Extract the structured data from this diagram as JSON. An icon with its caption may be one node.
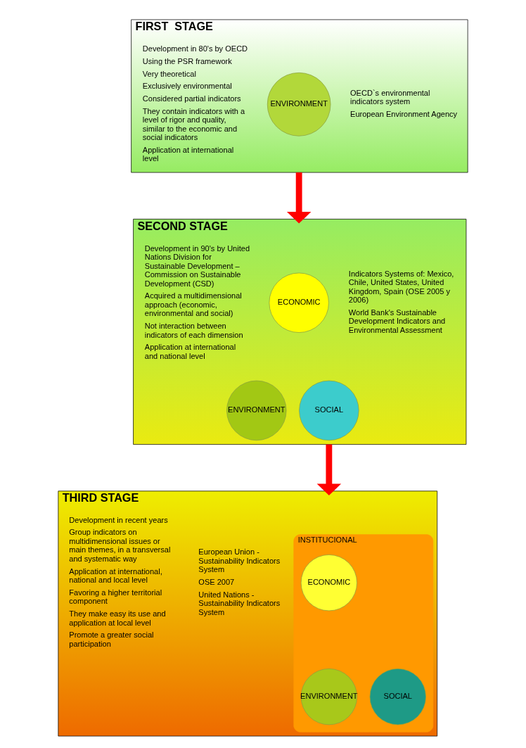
{
  "diagram": {
    "nodes": [
      {
        "text": [
          "FIRST  STAGE"
        ]
      },
      {
        "text": [
          "ENVIRONMENT"
        ],
        "in": 0
      },
      {
        "text": [
          "SECOND STAGE"
        ]
      },
      {
        "text": [
          "ECONOMIC"
        ],
        "in": 2
      },
      {
        "text": [
          "ENVIRONMENT"
        ],
        "in": 2
      },
      {
        "text": [
          "SOCIAL"
        ],
        "in": 2
      },
      {
        "text": [
          "THIRD STAGE"
        ]
      },
      {
        "text": [
          "INSTITUCIONAL"
        ],
        "in": 6
      },
      {
        "text": [
          "ECONOMIC"
        ],
        "in": 7
      },
      {
        "text": [
          "ENVIRONMENT"
        ],
        "in": 7
      },
      {
        "text": [
          "SOCIAL"
        ],
        "in": 7
      }
    ],
    "edges": [
      {
        "from": 0,
        "to": 2,
        "arrow": "to"
      },
      {
        "from": 2,
        "to": 6,
        "arrow": "to"
      }
    ],
    "labels": [
      "Development in 80's by OECD",
      "Using the PSR framework",
      "Very theoretical",
      "Exclusively environmental",
      "Considered partial indicators",
      "They contain indicators with a level of rigor and quality, similar to the economic and social indicators",
      "Application at international level",
      "OECD`s environmental indicators system",
      "European Environment Agency",
      "Development in 90's by United Nations Division for Sustainable Development – Commission on Sustainable Development (CSD)",
      "Acquired a multidimensional approach (economic, environmental and social)",
      "Not interaction between indicators of each dimension",
      "Application at international and national level",
      "Indicators Systems of: Mexico, Chile, United States, United Kingdom, Spain (OSE 2005 y 2006)",
      "World Bank's Sustainable Development Indicators and Environmental Assessment",
      "Development in recent years",
      "Group indicators on multidimensional issues or main themes, in a transversal and systematic way",
      "Application at international, national and local level",
      "Favoring a higher territorial component",
      "They make easy its use and application at local level",
      "Promote a greater social participation",
      "European Union - Sustainability Indicators System",
      "OSE 2007",
      "United Nations - Sustainability Indicators System"
    ]
  }
}
